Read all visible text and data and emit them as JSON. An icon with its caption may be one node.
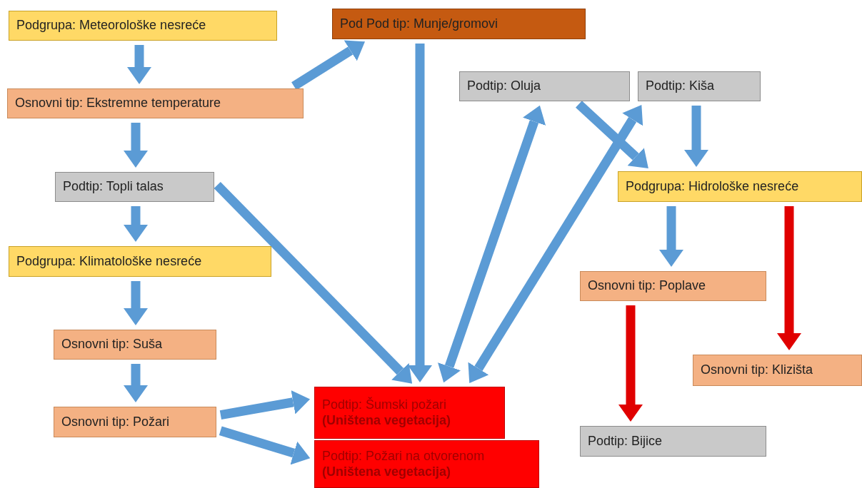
{
  "diagram": {
    "nodes": [
      {
        "text": [
          "Podgrupa: Meteorološke nesreće"
        ]
      },
      {
        "text": [
          "Osnovni tip: Ekstremne temperature"
        ]
      },
      {
        "text": [
          "Podtip: Topli talas"
        ]
      },
      {
        "text": [
          "Podgrupa: Klimatološke nesreće"
        ]
      },
      {
        "text": [
          "Osnovni tip: Suša"
        ]
      },
      {
        "text": [
          "Osnovni tip: Požari"
        ]
      },
      {
        "text": [
          "Pod Pod tip: Munje/gromovi"
        ]
      },
      {
        "text": [
          "Podtip: Oluja"
        ]
      },
      {
        "text": [
          "Podtip: Kiša"
        ]
      },
      {
        "text": [
          "Podgrupa: Hidrološke nesreće"
        ]
      },
      {
        "text": [
          "Osnovni tip: Poplave"
        ]
      },
      {
        "text": [
          "Osnovni tip: Klizišta"
        ]
      },
      {
        "text": [
          "Podtip: Šumski požari **(Uništena vegetacija)**"
        ]
      },
      {
        "text": [
          "Podtip: Požari na otvorenom **(Uništena vegetacija)**"
        ]
      },
      {
        "text": [
          "Podtip: Bijice"
        ]
      }
    ],
    "edges": [
      {
        "from": 0,
        "to": 1,
        "arrow": "to"
      },
      {
        "from": 1,
        "to": 6,
        "arrow": "to"
      },
      {
        "from": 1,
        "to": 2,
        "arrow": "to"
      },
      {
        "from": 2,
        "to": 3,
        "arrow": "to"
      },
      {
        "from": 3,
        "to": 4,
        "arrow": "to"
      },
      {
        "from": 4,
        "to": 5,
        "arrow": "to"
      },
      {
        "from": 5,
        "to": 12,
        "arrow": "to"
      },
      {
        "from": 5,
        "to": 13,
        "arrow": "to"
      },
      {
        "from": 2,
        "to": 12,
        "arrow": "to"
      },
      {
        "from": 6,
        "to": 12,
        "arrow": "to"
      },
      {
        "from": 7,
        "to": 12,
        "arrow": "both"
      },
      {
        "from": 8,
        "to": 12,
        "arrow": "both"
      },
      {
        "from": 7,
        "to": 9,
        "arrow": "to"
      },
      {
        "from": 8,
        "to": 9,
        "arrow": "to"
      },
      {
        "from": 9,
        "to": 10,
        "arrow": "to"
      },
      {
        "from": 9,
        "to": 11,
        "arrow": "to",
        "color": "#e00000"
      },
      {
        "from": 10,
        "to": 14,
        "arrow": "to",
        "color": "#e00000"
      }
    ]
  }
}
